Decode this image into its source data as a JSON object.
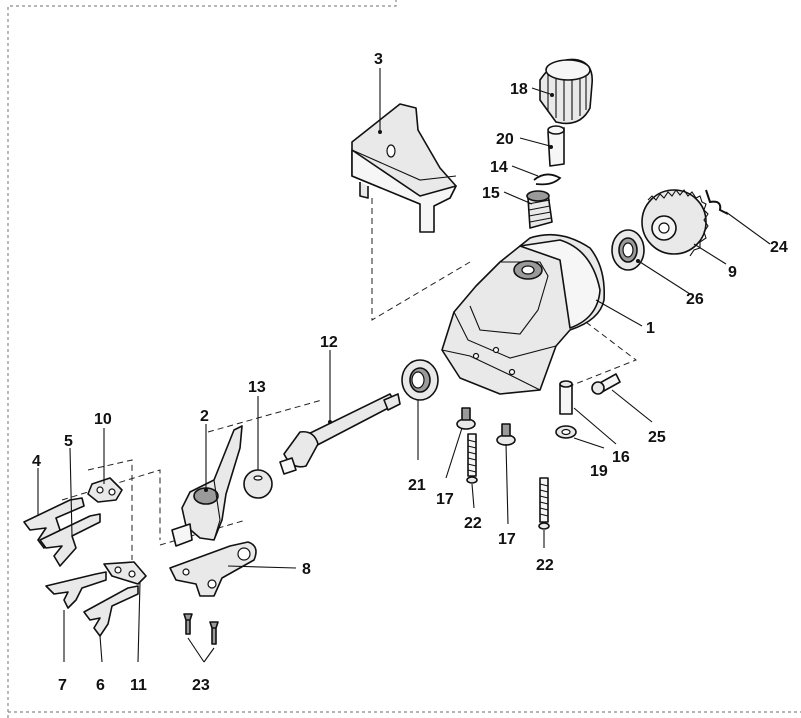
{
  "callouts": {
    "c1": "1",
    "c2": "2",
    "c3": "3",
    "c4": "4",
    "c5": "5",
    "c6": "6",
    "c7": "7",
    "c8": "8",
    "c9": "9",
    "c10": "10",
    "c11": "11",
    "c12": "12",
    "c13": "13",
    "c14": "14",
    "c15": "15",
    "c16": "16",
    "c17a": "17",
    "c17b": "17",
    "c18": "18",
    "c19": "19",
    "c20": "20",
    "c21": "21",
    "c22a": "22",
    "c22b": "22",
    "c23": "23",
    "c24": "24",
    "c25": "25",
    "c26": "26"
  }
}
